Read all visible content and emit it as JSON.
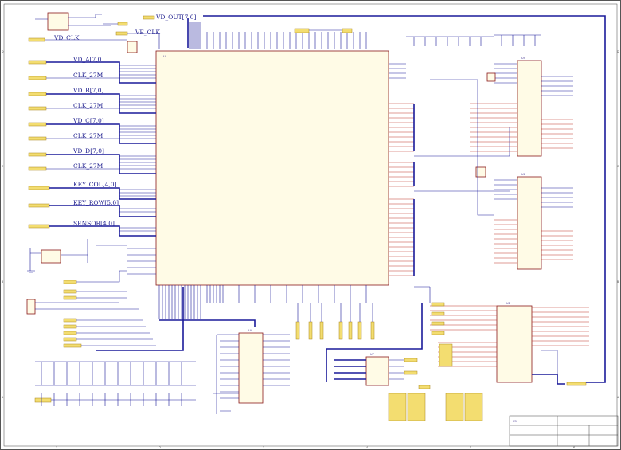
{
  "schematic": {
    "vd_out": "VD_OUT[7,0]",
    "vd_clk": "VD_CLK",
    "ve_clk": "VE_CLK",
    "bus_labels": [
      "VD_A[7,0]",
      "CLK_27M",
      "VD_B[7,0]",
      "CLK_27M",
      "VD_C[7,0]",
      "CLK_27M",
      "VD_D[7,0]",
      "CLK_27M",
      "KEY_COL[4,0]",
      "KEY_ROW[5,0]",
      "SENSOR[4,0]"
    ],
    "main_chip_label": "U1",
    "chip_u4": "U4",
    "chip_u5": "U5",
    "chip_u7": "U7",
    "chip_u8": "U8",
    "chip_u9": "U9",
    "chip_u6_name": "U6",
    "border_letters": [
      "D",
      "C",
      "B",
      "A"
    ],
    "border_numbers": [
      "1",
      "2",
      "3",
      "4",
      "5",
      "6"
    ]
  },
  "colors": {
    "wire": "#1a1a9a",
    "chip_outline": "#8a1a1a",
    "port_fill": "#f3dd70",
    "red_trace": "#c0392b"
  }
}
